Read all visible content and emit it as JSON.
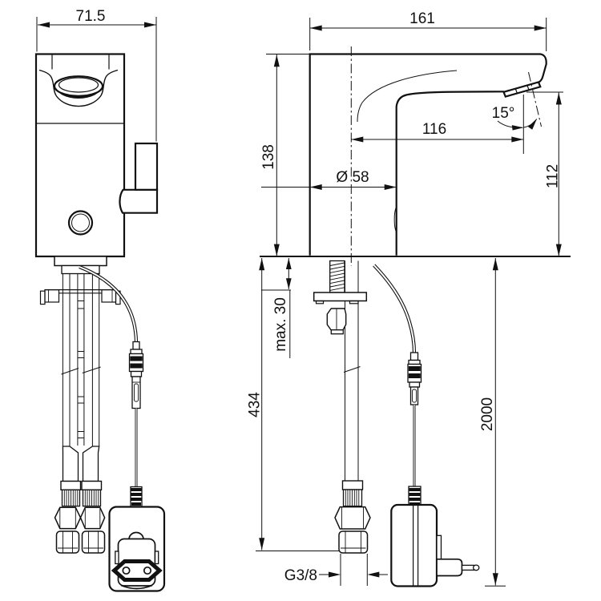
{
  "colors": {
    "background": "#ffffff",
    "line": "#111111"
  },
  "labels": {
    "front_width": "71.5",
    "depth": "161",
    "body_height": "138",
    "spout_reach": "116",
    "outlet_angle": "15°",
    "base_diameter": "Ø 58",
    "outlet_height": "112",
    "max_mounting_thickness": "max. 30",
    "hose_length": "434",
    "cable_length": "2000",
    "thread_size": "G3/8"
  }
}
